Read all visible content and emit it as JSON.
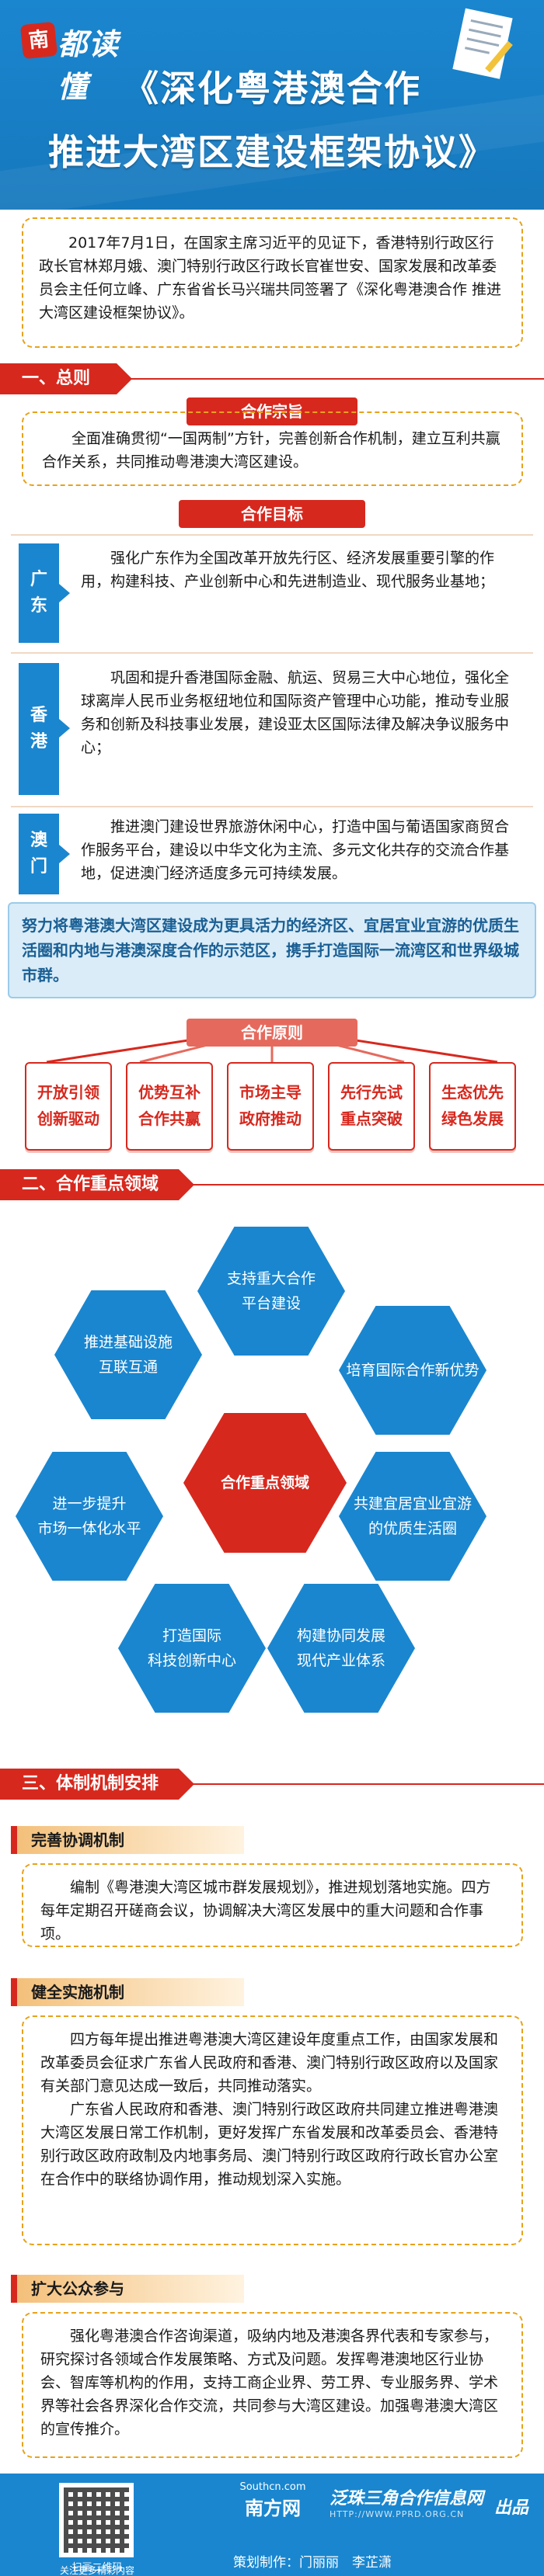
{
  "header": {
    "column_logo_text": "南都读懂",
    "title_line1": "《深化粤港澳合作",
    "title_line2": "推进大湾区建设框架协议》"
  },
  "intro": "2017年7月1日，在国家主席习近平的见证下，香港特别行政区行政长官林郑月娥、澳门特别行政区行政长官崔世安、国家发展和改革委员会主任何立峰、广东省省长马兴瑞共同签署了《深化粤港澳合作 推进大湾区建设框架协议》。",
  "section1": {
    "title": "一、总则",
    "purpose_title": "合作宗旨",
    "purpose_text": "全面准确贯彻“一国两制”方针，完善创新合作机制，建立互利共赢合作关系，共同推动粤港澳大湾区建设。",
    "goal_title": "合作目标",
    "regions": [
      {
        "name": "广东",
        "text": "强化广东作为全国改革开放先行区、经济发展重要引擎的作用，构建科技、产业创新中心和先进制造业、现代服务业基地；"
      },
      {
        "name": "香港",
        "text": "巩固和提升香港国际金融、航运、贸易三大中心地位，强化全球离岸人民币业务枢纽地位和国际资产管理中心功能，推动专业服务和创新及科技事业发展，建设亚太区国际法律及解决争议服务中心；"
      },
      {
        "name": "澳门",
        "text": "推进澳门建设世界旅游休闲中心，打造中国与葡语国家商贸合作服务平台，建设以中华文化为主流、多元文化共存的交流合作基地，促进澳门经济适度多元可持续发展。"
      }
    ],
    "goal_summary": "努力将粤港澳大湾区建设成为更具活力的经济区、宜居宜业宜游的优质生活圈和内地与港澳深度合作的示范区，携手打造国际一流湾区和世界级城市群。",
    "principle_title": "合作原则",
    "principles": [
      {
        "line1": "开放引领",
        "line2": "创新驱动"
      },
      {
        "line1": "优势互补",
        "line2": "合作共赢"
      },
      {
        "line1": "市场主导",
        "line2": "政府推动"
      },
      {
        "line1": "先行先试",
        "line2": "重点突破"
      },
      {
        "line1": "生态优先",
        "line2": "绿色发展"
      }
    ]
  },
  "section2": {
    "title": "二、合作重点领域",
    "center": "合作重点领域",
    "areas": [
      {
        "line1": "支持重大合作",
        "line2": "平台建设"
      },
      {
        "line1": "培育国际合作新优势",
        "line2": ""
      },
      {
        "line1": "共建宜居宜业宜游",
        "line2": "的优质生活圈"
      },
      {
        "line1": "构建协同发展",
        "line2": "现代产业体系"
      },
      {
        "line1": "打造国际",
        "line2": "科技创新中心"
      },
      {
        "line1": "进一步提升",
        "line2": "市场一体化水平"
      },
      {
        "line1": "推进基础设施",
        "line2": "互联互通"
      }
    ]
  },
  "section3": {
    "title": "三、体制机制安排",
    "blocks": [
      {
        "title": "完善协调机制",
        "paras": [
          "编制《粤港澳大湾区城市群发展规划》，推进规划落地实施。四方每年定期召开磋商会议，协调解决大湾区发展中的重大问题和合作事项。"
        ]
      },
      {
        "title": "健全实施机制",
        "paras": [
          "四方每年提出推进粤港澳大湾区建设年度重点工作，由国家发展和改革委员会征求广东省人民政府和香港、澳门特别行政区政府以及国家有关部门意见达成一致后，共同推动落实。",
          "广东省人民政府和香港、澳门特别行政区政府共同建立推进粤港澳大湾区发展日常工作机制，更好发挥广东省发展和改革委员会、香港特别行政区政府政制及内地事务局、澳门特别行政区政府行政长官办公室在合作中的联络协调作用，推动规划深入实施。"
        ]
      },
      {
        "title": "扩大公众参与",
        "paras": [
          "强化粤港澳合作咨询渠道，吸纳内地及港澳各界代表和专家参与，研究探讨各领域合作发展策略、方式及问题。发挥粤港澳地区行业协会、智库等机构的作用，支持工商企业界、劳工界、专业服务界、学术界等社会各界深化合作交流，共同参与大湾区建设。加强粤港澳大湾区的宣传推介。"
        ]
      }
    ]
  },
  "footer": {
    "qr_caption1": "扫画二维码",
    "qr_caption2": "关注更多精彩内容",
    "site": "Southcn.com",
    "site_name": "南方网",
    "partner": "泛珠三角合作信息网",
    "partner_url": "HTTP://WWW.PPRD.ORG.CN",
    "produced": "出品",
    "credits": "策划制作：门丽丽　李芷潇"
  },
  "colors": {
    "blue": "#1a86cf",
    "red": "#d7281e",
    "orange_dash": "#e7a21a"
  }
}
